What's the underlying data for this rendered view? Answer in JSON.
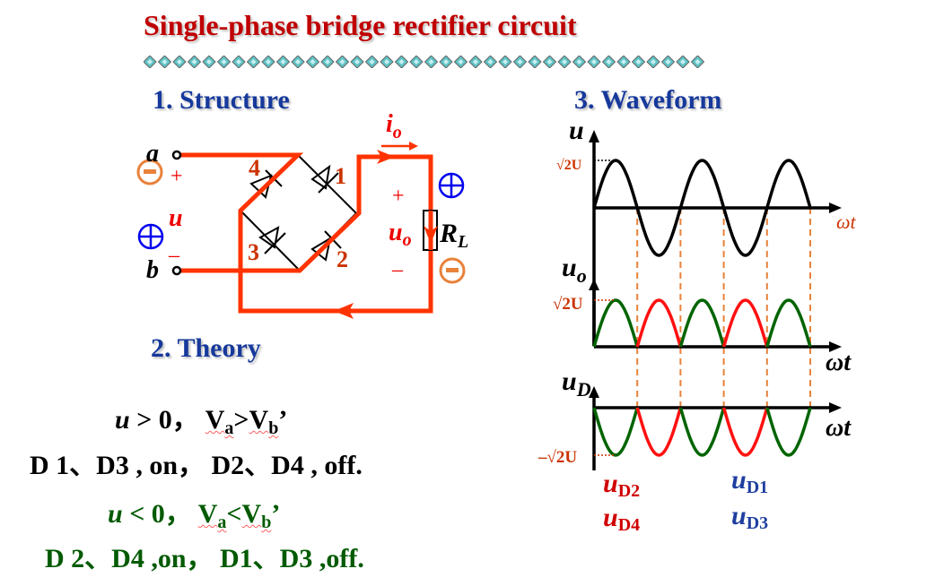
{
  "title": "Single-phase bridge rectifier circuit",
  "sections": {
    "structure": "1. Structure",
    "theory": "2.  Theory",
    "waveform": "3. Waveform"
  },
  "circuit": {
    "terminal_a": "a",
    "terminal_b": "b",
    "input_label": "u",
    "plus_sign": "+",
    "minus_sign": "–",
    "output_current": "i",
    "output_current_sub": "o",
    "output_voltage": "u",
    "output_voltage_sub": "o",
    "load": "R",
    "load_sub": "L",
    "diodes": [
      "1",
      "2",
      "3",
      "4"
    ],
    "colors": {
      "path": "#ff3300",
      "diode_label": "#cc3300",
      "polarity_plus": "#0000ee",
      "polarity_minus": "#e8823a",
      "sign": "#ee0000"
    }
  },
  "theory": {
    "case_positive": {
      "condition_var": "u",
      "condition_rest": " > 0， ",
      "va": "V",
      "va_sub": "a",
      "relation": ">",
      "vb": "V",
      "vb_sub": "b",
      "tail": "’",
      "result": "D 1、D3 , on， D2、D4 , off."
    },
    "case_negative": {
      "condition_var": "u",
      "condition_rest": " < 0， ",
      "va": "V",
      "va_sub": "a",
      "relation": "<",
      "vb": "V",
      "vb_sub": "b",
      "tail": "’",
      "result": "D 2、D4 ,on， D1、D3 ,off."
    }
  },
  "waveform": {
    "axis_u": "u",
    "axis_uo": "u",
    "axis_uo_sub": "o",
    "axis_ud": "u",
    "axis_ud_sub": "D",
    "x_label": "ωt",
    "peak_label": "√2U",
    "neg_peak_label": "–√2U",
    "legend_red": [
      {
        "var": "u",
        "sub": "D2"
      },
      {
        "var": "u",
        "sub": "D4"
      }
    ],
    "legend_blue": [
      {
        "var": "u",
        "sub": "D1"
      },
      {
        "var": "u",
        "sub": "D3"
      }
    ],
    "colors": {
      "phase_a": "#006400",
      "phase_b": "#ff1010",
      "guide": "#e8823a",
      "label": "#cc3300",
      "legend_red": "#d00000",
      "legend_blue": "#1f3f9f"
    }
  },
  "chart_data": {
    "type": "line",
    "title": "3. Waveform",
    "xlabel": "ωt",
    "x_range_half_cycles": [
      0,
      5
    ],
    "panels": [
      {
        "name": "u",
        "ylabel": "u",
        "function": "sin",
        "amplitude": "√2U",
        "half_cycles": 5
      },
      {
        "name": "uo",
        "ylabel": "uo",
        "function": "|sin|",
        "amplitude": "√2U",
        "half_cycles": 5,
        "segments": [
          "D1,D3",
          "D2,D4",
          "D1,D3",
          "D2,D4",
          "D1,D3"
        ]
      },
      {
        "name": "uD",
        "ylabel": "uD",
        "function": "-|sin|",
        "amplitude": "-√2U",
        "half_cycles": 5,
        "segments": [
          "D2,D4 (off)",
          "D1,D3 (off)",
          "D2,D4 (off)",
          "D1,D3 (off)",
          "D2,D4 (off)"
        ]
      }
    ]
  }
}
